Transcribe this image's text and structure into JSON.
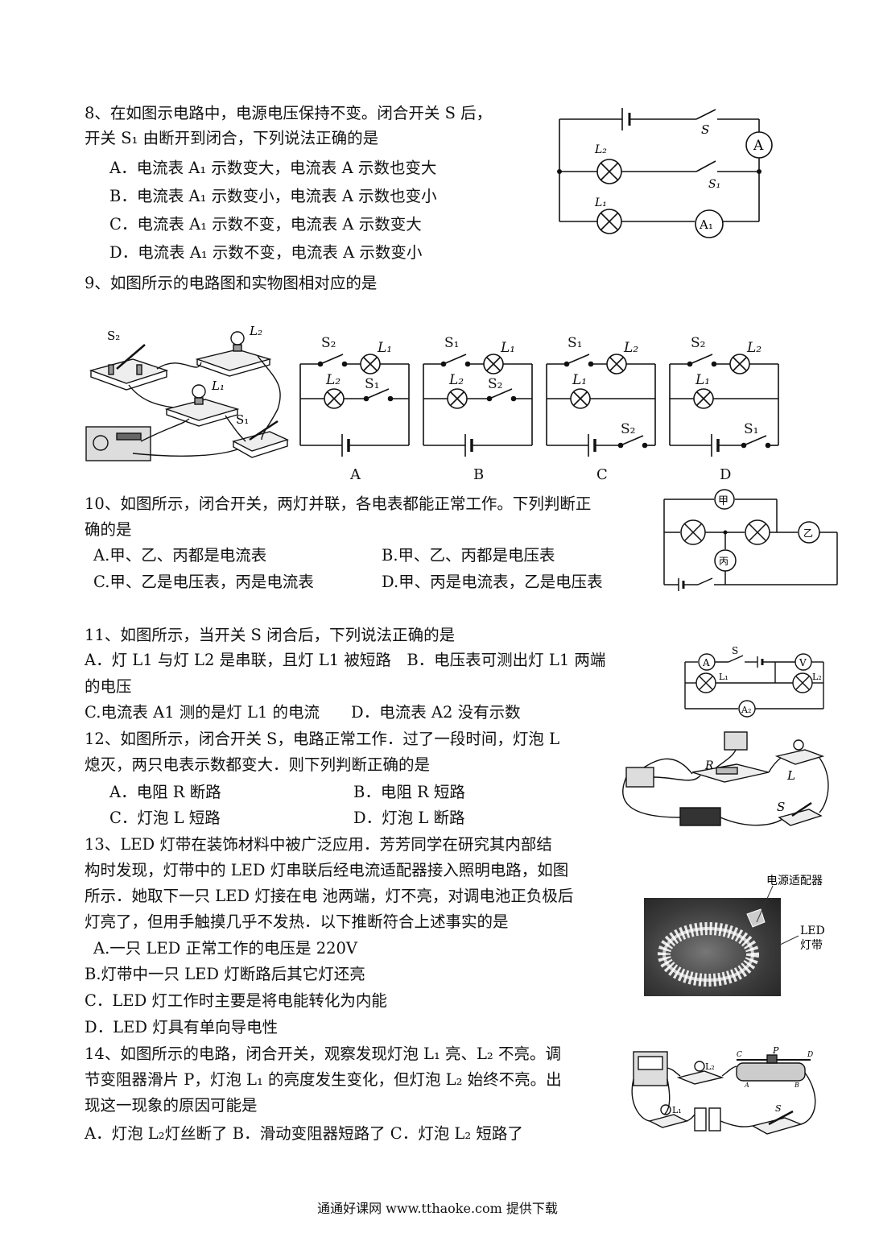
{
  "q8": {
    "line1": "8、在如图示电路中，电源电压保持不变。闭合开关 S 后，",
    "line2": "开关 S₁ 由断开到闭合，下列说法正确的是",
    "options": [
      "A．电流表 A₁ 示数变大，电流表 A 示数也变大",
      "B．电流表 A₁ 示数变小，电流表 A 示数也变小",
      "C．电流表 A₁ 示数不变，电流表 A 示数变大",
      "D．电流表 A₁ 示数不变，电流表 A 示数变小"
    ],
    "fig": {
      "s": "S",
      "s1": "S₁",
      "l1": "L₁",
      "l2": "L₂",
      "a": "A",
      "a1": "A₁"
    }
  },
  "q9": {
    "stem": "9、如图所示的电路图和实物图相对应的是",
    "photo_labels": {
      "s1": "S₁",
      "s2": "S₂",
      "l1": "L₁",
      "l2": "L₂"
    },
    "choices": [
      {
        "letter": "A",
        "top_switch": "S₂",
        "top_lamp": "L₁",
        "mid_lamp": "L₂",
        "mid_switch": "S₁",
        "bottom_switch": ""
      },
      {
        "letter": "B",
        "top_switch": "S₁",
        "top_lamp": "L₁",
        "mid_lamp": "L₂",
        "mid_switch": "S₂",
        "bottom_switch": ""
      },
      {
        "letter": "C",
        "top_switch": "S₁",
        "top_lamp": "L₂",
        "mid_lamp": "L₁",
        "mid_switch": "",
        "bottom_switch": "S₂"
      },
      {
        "letter": "D",
        "top_switch": "S₂",
        "top_lamp": "L₂",
        "mid_lamp": "L₁",
        "mid_switch": "",
        "bottom_switch": "S₁"
      }
    ]
  },
  "q10": {
    "line1": "10、如图所示，闭合开关，两灯并联，各电表都能正常工作。下列判断正",
    "line2": "确的是",
    "optA": "A.甲、乙、丙都是电流表",
    "optB": "B.甲、乙、丙都是电压表",
    "optC": "C.甲、乙是电压表，丙是电流表",
    "optD": "D.甲、丙是电流表，乙是电压表",
    "fig": {
      "jia": "甲",
      "yi": "乙",
      "bing": "丙"
    }
  },
  "q11": {
    "line1": "11、如图所示，当开关 S 闭合后，下列说法正确的是",
    "line2": "A．灯 L1 与灯 L2 是串联，且灯 L1 被短路　B．电压表可测出灯 L1 两端",
    "line3": "的电压",
    "line4": "C.电流表 A1 测的是灯 L1 的电流　　D．电流表 A2 没有示数",
    "fig": {
      "a": "A",
      "s": "S",
      "v": "V",
      "l1": "L₁",
      "l2": "L₂",
      "a2": "A₂"
    }
  },
  "q12": {
    "line1": "12、如图所示，闭合开关 S，电路正常工作．过了一段时间，灯泡 L",
    "line2": "熄灭，两只电表示数都变大．则下列判断正确的是",
    "optA": "A．电阻 R 断路",
    "optB": "B．电阻 R 短路",
    "optC": "C．灯泡 L 短路",
    "optD": "D．灯泡 L 断路",
    "fig": {
      "r": "R",
      "l": "L",
      "s": "S"
    }
  },
  "q13": {
    "line1": "13、LED 灯带在装饰材料中被广泛应用．芳芳同学在研究其内部结",
    "line2": "构时发现，灯带中的 LED 灯串联后经电流适配器接入照明电路，如图",
    "line3": "所示．她取下一只 LED 灯接在电 池两端，灯不亮，对调电池正负极后",
    "line4": "灯亮了，但用手触摸几乎不发热．以下推断符合上述事实的是",
    "optA": "A.一只 LED 正常工作的电压是 220V",
    "optB": "B.灯带中一只 LED 灯断路后其它灯还亮",
    "optC": "C．LED 灯工作时主要是将电能转化为内能",
    "optD": "D．LED 灯具有单向导电性",
    "fig": {
      "adapter": "电源适配器",
      "led": "LED",
      "strip": "灯带"
    }
  },
  "q14": {
    "line1": "14、如图所示的电路，闭合开关，观察发现灯泡 L₁ 亮、L₂ 不亮。调",
    "line2": "节变阻器滑片 P，灯泡 L₁ 的亮度发生变化，但灯泡 L₂ 始终不亮。出",
    "line3": "现这一现象的原因可能是",
    "line4": "A．灯泡 L₂灯丝断了 B．滑动变阻器短路了 C．灯泡 L₂ 短路了",
    "fig": {
      "l1": "L₁",
      "l2": "L₂",
      "p": "P",
      "c": "C",
      "d": "D",
      "a": "A",
      "b": "B",
      "s": "S"
    }
  },
  "footer": "通通好课网 www.tthaoke.com 提供下载"
}
